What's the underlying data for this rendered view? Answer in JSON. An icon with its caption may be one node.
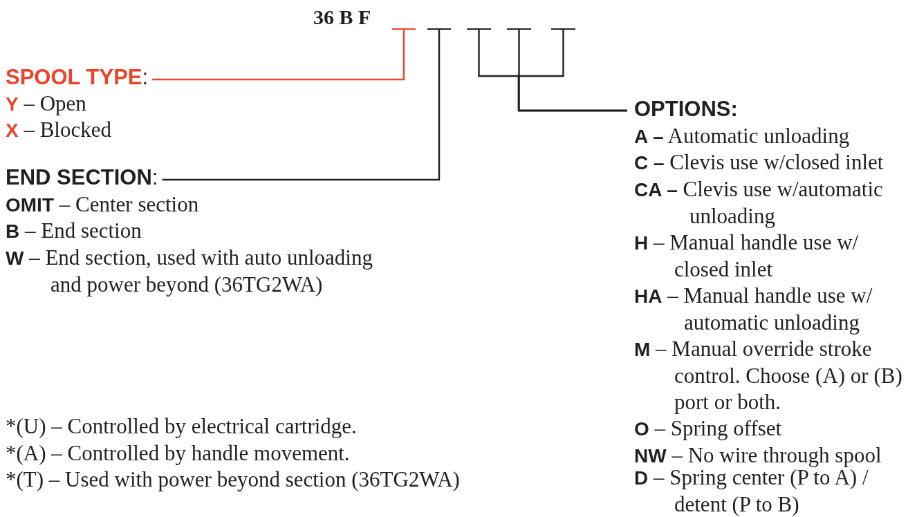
{
  "diagram": {
    "nodes": [
      {
        "text": [],
        "shape": "bar"
      },
      {
        "text": [],
        "shape": "bar"
      },
      {
        "text": [],
        "shape": "bar"
      },
      {
        "text": [],
        "shape": "bar"
      },
      {
        "text": [],
        "shape": "bar"
      },
      {
        "text": [
          "**SPOOL TYPE**:"
        ]
      },
      {
        "text": [
          "**END SECTION**:"
        ]
      },
      {
        "text": [
          "OPTIONS:"
        ]
      }
    ],
    "edges": [
      {
        "from": 0,
        "to": 5,
        "arrow": "none",
        "color": "#e8452c"
      },
      {
        "from": 1,
        "to": 6,
        "arrow": "none"
      },
      {
        "from": 2,
        "to": 7,
        "arrow": "none"
      },
      {
        "from": 3,
        "to": 7,
        "arrow": "none"
      },
      {
        "from": 4,
        "to": 7,
        "arrow": "none"
      }
    ],
    "labels": [
      "36 B F",
      "**Y** – Open",
      "**X** – Blocked",
      "**OMIT**  – Center section",
      "**B** – End section",
      "**W** – End section, used with auto unloading and power beyond (36TG2WA)",
      "**A –** Automatic unloading",
      "**C –** Clevis use w/closed inlet",
      "**CA –** Clevis use w/automatic unloading",
      "**H** – Manual handle use w/ closed inlet",
      "**HA** – Manual handle use w/ automatic unloading",
      "**M** – Manual override stroke control. Choose (A) or (B) port or both.",
      "**O** – Spring offset",
      "**NW** – No wire through spool",
      "**D** – Spring center (P to A) / detent (P to B)",
      "*(U) – Controlled by electrical cartridge.",
      "*(A) – Controlled by handle movement.",
      "*(T) – Used with power beyond section (36TG2WA)"
    ]
  }
}
